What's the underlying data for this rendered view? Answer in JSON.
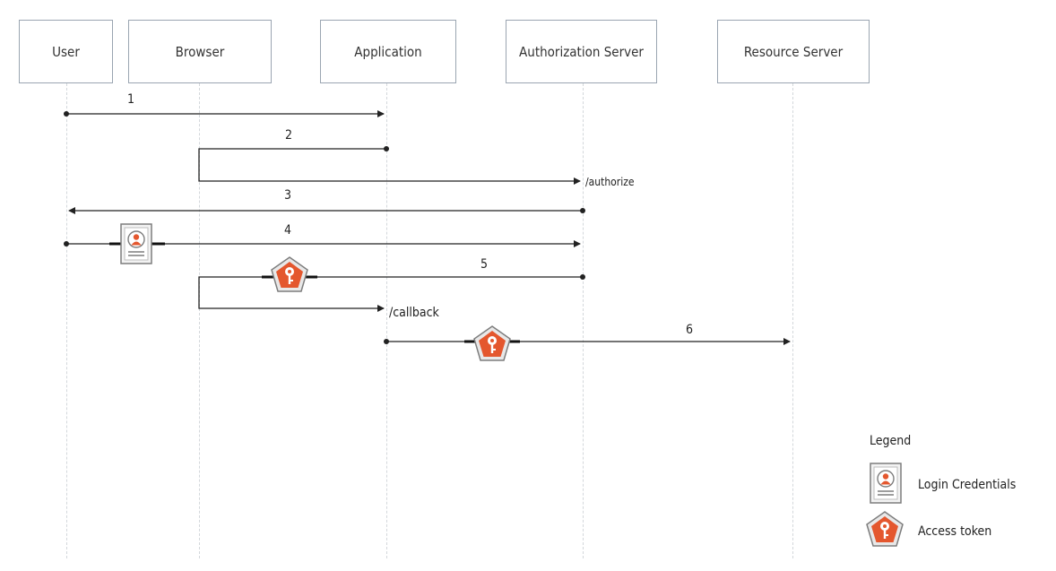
{
  "participants": {
    "user": "User",
    "browser": "Browser",
    "application": "Application",
    "auth_server": "Authorization Server",
    "resource_server": "Resource Server"
  },
  "messages": {
    "m1": "1",
    "m2": "2",
    "m3": "3",
    "m4": "4",
    "m5": "5",
    "m6": "6",
    "authorize_endpoint": "/authorize",
    "callback_endpoint": "/callback"
  },
  "legend": {
    "title": "Legend",
    "login_credentials": "Login Credentials",
    "access_token": "Access token"
  },
  "colors": {
    "token": "#e4572e",
    "border": "#9aa5b1",
    "line": "#222222"
  }
}
